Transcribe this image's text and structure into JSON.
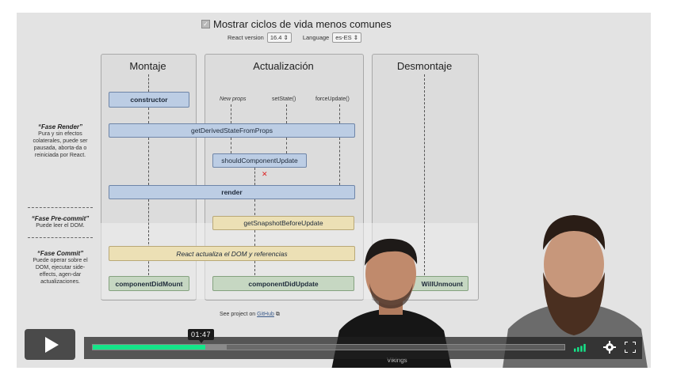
{
  "diagram": {
    "checkbox_label": "Mostrar ciclos de vida menos comunes",
    "react_version_label": "React version",
    "react_version_value": "16.4",
    "language_label": "Language",
    "language_value": "es-ES",
    "columns": {
      "mount": "Montaje",
      "update": "Actualización",
      "unmount": "Desmontaje"
    },
    "triggers": {
      "new_props": "New props",
      "set_state": "setState()",
      "force_update": "forceUpdate()"
    },
    "methods": {
      "constructor": "constructor",
      "get_derived": "getDerivedStateFromProps",
      "should_update": "shouldComponentUpdate",
      "render": "render",
      "snapshot": "getSnapshotBeforeUpdate",
      "react_updates": "React actualiza el DOM y referencias",
      "did_mount": "componentDidMount",
      "did_update": "componentDidUpdate",
      "will_unmount": "WillUnmount"
    },
    "phases": [
      {
        "title": "“Fase Render”",
        "desc": "Pura y sin efectos colaterales, puede ser pausada, aborta-da o reiniciada por React."
      },
      {
        "title": "“Fase Pre-commit”",
        "desc": "Puede leer el DOM."
      },
      {
        "title": "“Fase Commit”",
        "desc": "Puede operar sobre el DOM, ejecutar side-effects, agen-dar actualizaciones."
      }
    ],
    "github_prefix": "See project on",
    "github_link": "GitHub"
  },
  "player": {
    "time_tooltip": "01:47",
    "progress_fraction": 0.238,
    "buffered_fraction": 0.284,
    "shirt_text": "Vikings",
    "colors": {
      "accent": "#15e589",
      "control_bg": "#4a4a4a"
    },
    "icons": [
      "play-icon",
      "volume-icon",
      "settings-gear-icon",
      "fullscreen-icon"
    ]
  }
}
